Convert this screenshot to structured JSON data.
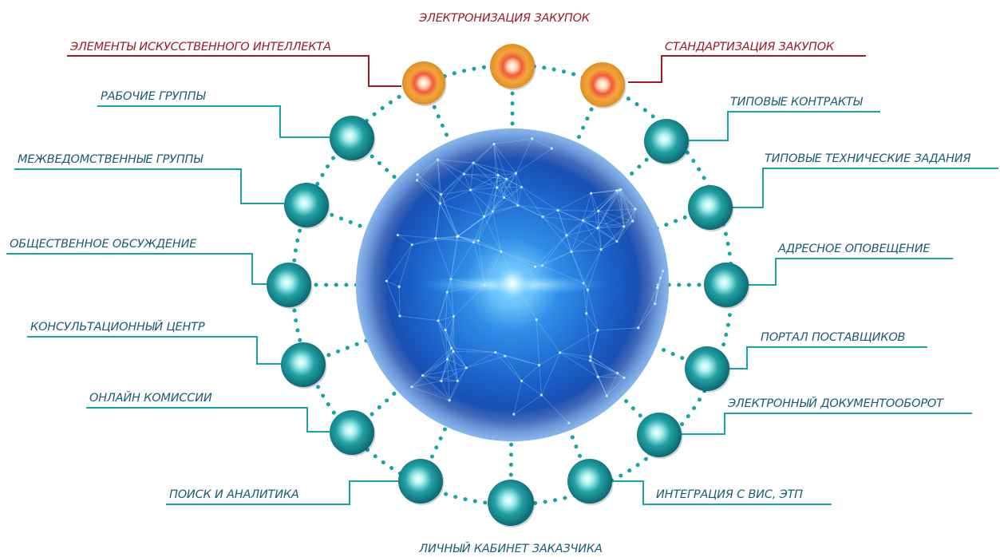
{
  "colors": {
    "teal": "#16a5a5",
    "dark_red": "#9b1b2a",
    "label_teal": "#1a5c73",
    "label_red": "#9b1b2a",
    "node_teal": "#0f7f87",
    "node_orange": "#f0a020",
    "sphere_blue": "#1a5ec8"
  },
  "center_icon": "network-globe-icon",
  "node_icon": "glowing-orb-icon",
  "labels": [
    {
      "id": "electronization",
      "text": "ЭЛЕКТРОНИЗАЦИЯ ЗАКУПОК",
      "accent": "red"
    },
    {
      "id": "ai-elements",
      "text": "ЭЛЕМЕНТЫ ИСКУССТВЕННОГО ИНТЕЛЛЕКТА",
      "accent": "red"
    },
    {
      "id": "standardization",
      "text": "СТАНДАРТИЗАЦИЯ ЗАКУПОК",
      "accent": "red"
    },
    {
      "id": "working-groups",
      "text": "РАБОЧИЕ ГРУППЫ",
      "accent": "teal"
    },
    {
      "id": "interagency-groups",
      "text": "МЕЖВЕДОМСТВЕННЫЕ ГРУППЫ",
      "accent": "teal"
    },
    {
      "id": "public-discussion",
      "text": "ОБЩЕСТВЕННОЕ ОБСУЖДЕНИЕ",
      "accent": "teal"
    },
    {
      "id": "consulting-center",
      "text": "КОНСУЛЬТАЦИОННЫЙ ЦЕНТР",
      "accent": "teal"
    },
    {
      "id": "online-commissions",
      "text": "ОНЛАЙН КОМИССИИ",
      "accent": "teal"
    },
    {
      "id": "search-analytics",
      "text": "ПОИСК И АНАЛИТИКА",
      "accent": "teal"
    },
    {
      "id": "customer-cabinet",
      "text": "ЛИЧНЫЙ КАБИНЕТ ЗАКАЗЧИКА",
      "accent": "teal"
    },
    {
      "id": "integration",
      "text": "ИНТЕГРАЦИЯ С ВИС, ЭТП",
      "accent": "teal"
    },
    {
      "id": "edo",
      "text": "ЭЛЕКТРОННЫЙ ДОКУМЕНТООБОРОТ",
      "accent": "teal"
    },
    {
      "id": "supplier-portal",
      "text": "ПОРТАЛ ПОСТАВЩИКОВ",
      "accent": "teal"
    },
    {
      "id": "notification",
      "text": "АДРЕСНОЕ ОПОВЕЩЕНИЕ",
      "accent": "teal"
    },
    {
      "id": "tech-tasks",
      "text": "ТИПОВЫЕ ТЕХНИЧЕСКИЕ ЗАДАНИЯ",
      "accent": "teal"
    },
    {
      "id": "contracts",
      "text": "ТИПОВЫЕ КОНТРАКТЫ",
      "accent": "teal"
    }
  ]
}
